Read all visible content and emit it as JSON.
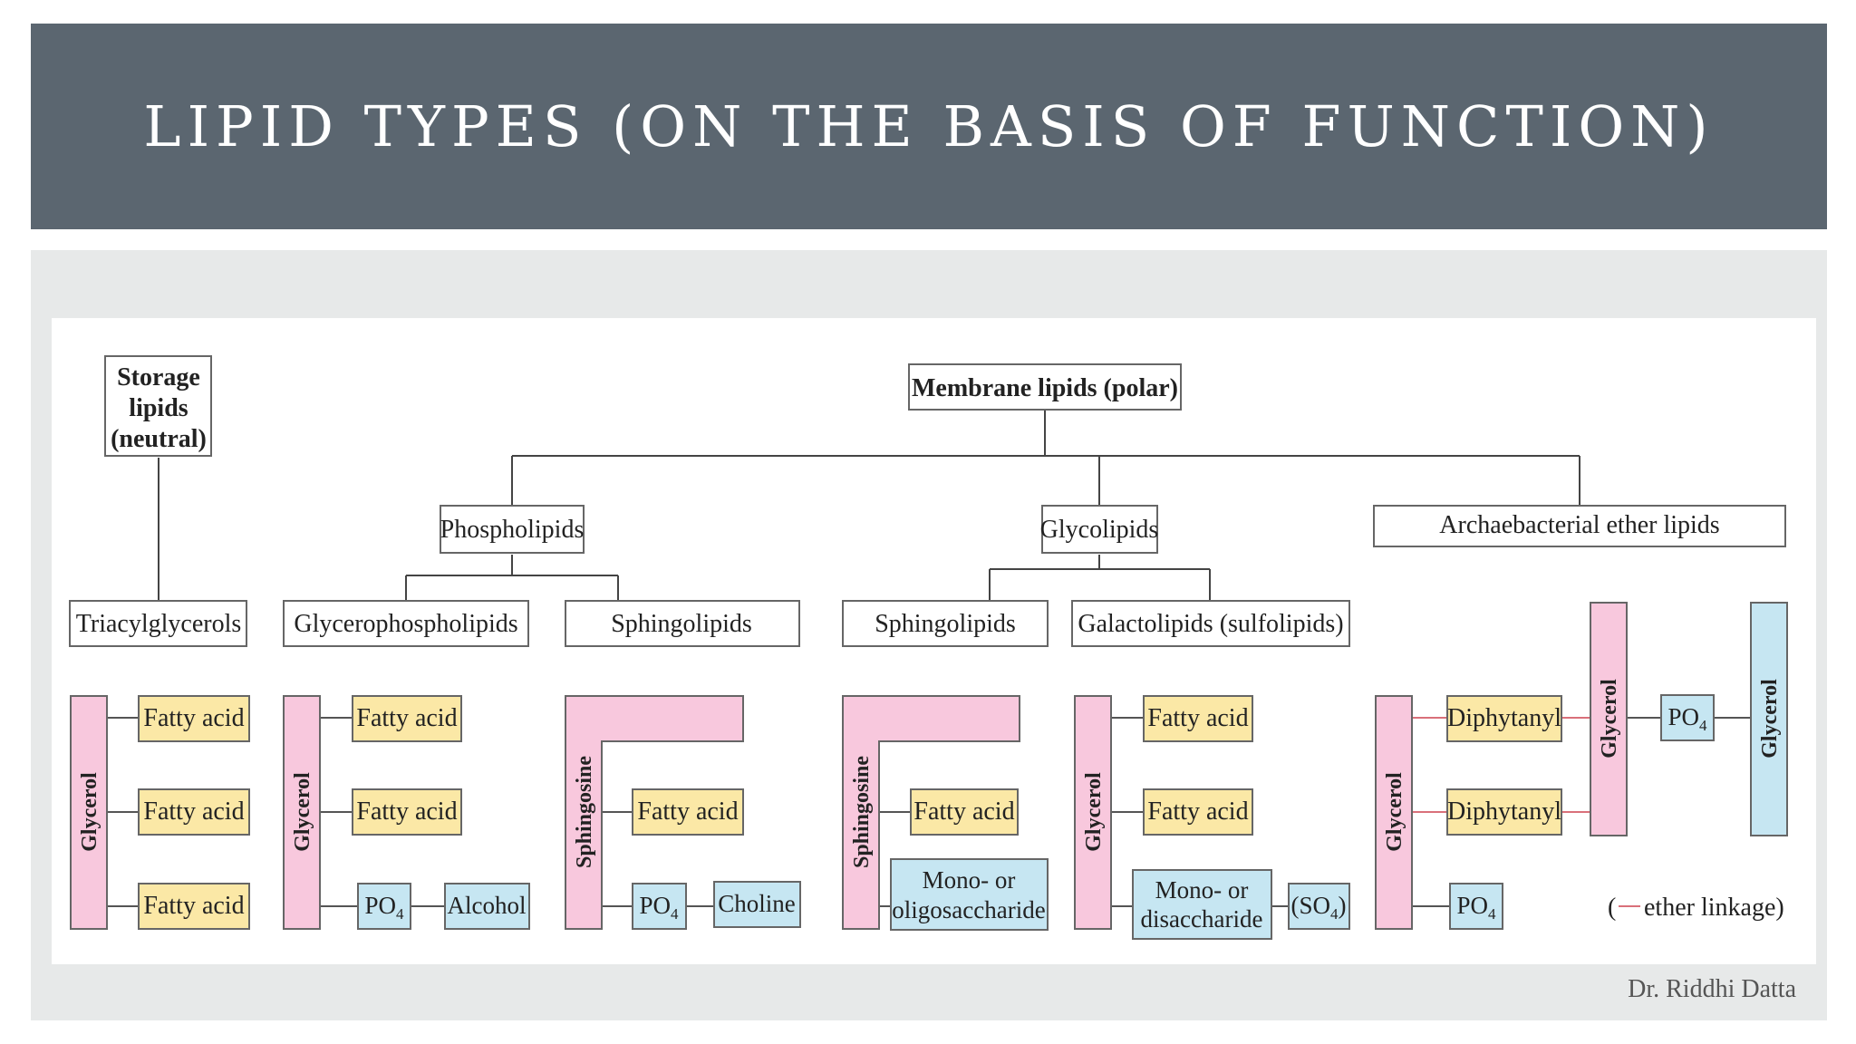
{
  "title": "LIPID TYPES (ON THE BASIS OF FUNCTION)",
  "attribution": "Dr. Riddhi Datta",
  "colors": {
    "title_bar": "#5b6670",
    "panel": "#e7e9e9",
    "fatty_acid": "#fbe8a6",
    "backbone": "#f8c8dd",
    "polar_group": "#c6e6f2",
    "ether_link": "#d9707a"
  },
  "categories": {
    "storage_line1": "Storage",
    "storage_line2": "lipids",
    "storage_line3": "(neutral)",
    "membrane": "Membrane lipids (polar)",
    "phospholipids": "Phospholipids",
    "glycolipids": "Glycolipids",
    "archaebacterial": "Archaebacterial ether lipids",
    "triacylglycerols": "Triacylglycerols",
    "glycerophospholipids": "Glycerophospholipids",
    "sphingolipids": "Sphingolipids",
    "galactolipids": "Galactolipids (sulfolipids)"
  },
  "components": {
    "glycerol": "Glycerol",
    "sphingosine": "Sphingosine",
    "fatty_acid": "Fatty acid",
    "po4": "PO",
    "po4_sub": "4",
    "alcohol": "Alcohol",
    "choline": "Choline",
    "mono_oligo_line1": "Mono- or",
    "mono_oligo_line2": "oligosaccharide",
    "mono_di_line1": "Mono- or",
    "mono_di_line2": "disaccharide",
    "so4_open": "(SO",
    "so4_sub": "4",
    "so4_close": ")",
    "diphytanyl": "Diphytanyl"
  },
  "legend": {
    "open": "(",
    "text": "ether linkage)"
  }
}
